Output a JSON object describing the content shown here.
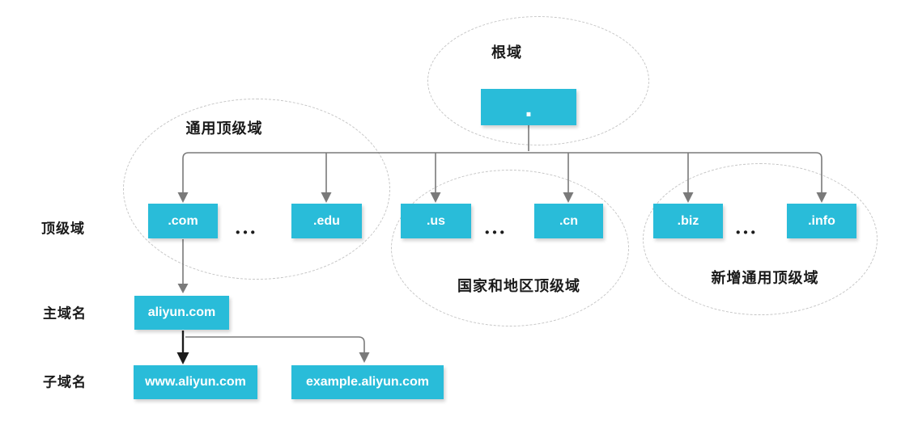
{
  "colors": {
    "box_fill": "#29bcd9",
    "box_text": "#ffffff",
    "connector": "#7a7a7a",
    "connector_dark": "#1c1c1c",
    "ellipse_border": "#c6c6c6",
    "label_text": "#1a1a1a",
    "background": "#ffffff"
  },
  "groups": {
    "root": {
      "label": "根域",
      "node": "."
    },
    "generic": {
      "label": "通用顶级域",
      "node1": ".com",
      "node2": ".edu",
      "ellipsis": "•••"
    },
    "country": {
      "label": "国家和地区顶级域",
      "node1": ".us",
      "node2": ".cn",
      "ellipsis": "•••"
    },
    "new_generic": {
      "label": "新增通用顶级域",
      "node1": ".biz",
      "node2": ".info",
      "ellipsis": "•••"
    }
  },
  "rows": {
    "tld": "顶级域",
    "main": "主域名",
    "sub": "子域名"
  },
  "nodes": {
    "main_domain": "aliyun.com",
    "sub_www": "www.aliyun.com",
    "sub_example": "example.aliyun.com"
  }
}
